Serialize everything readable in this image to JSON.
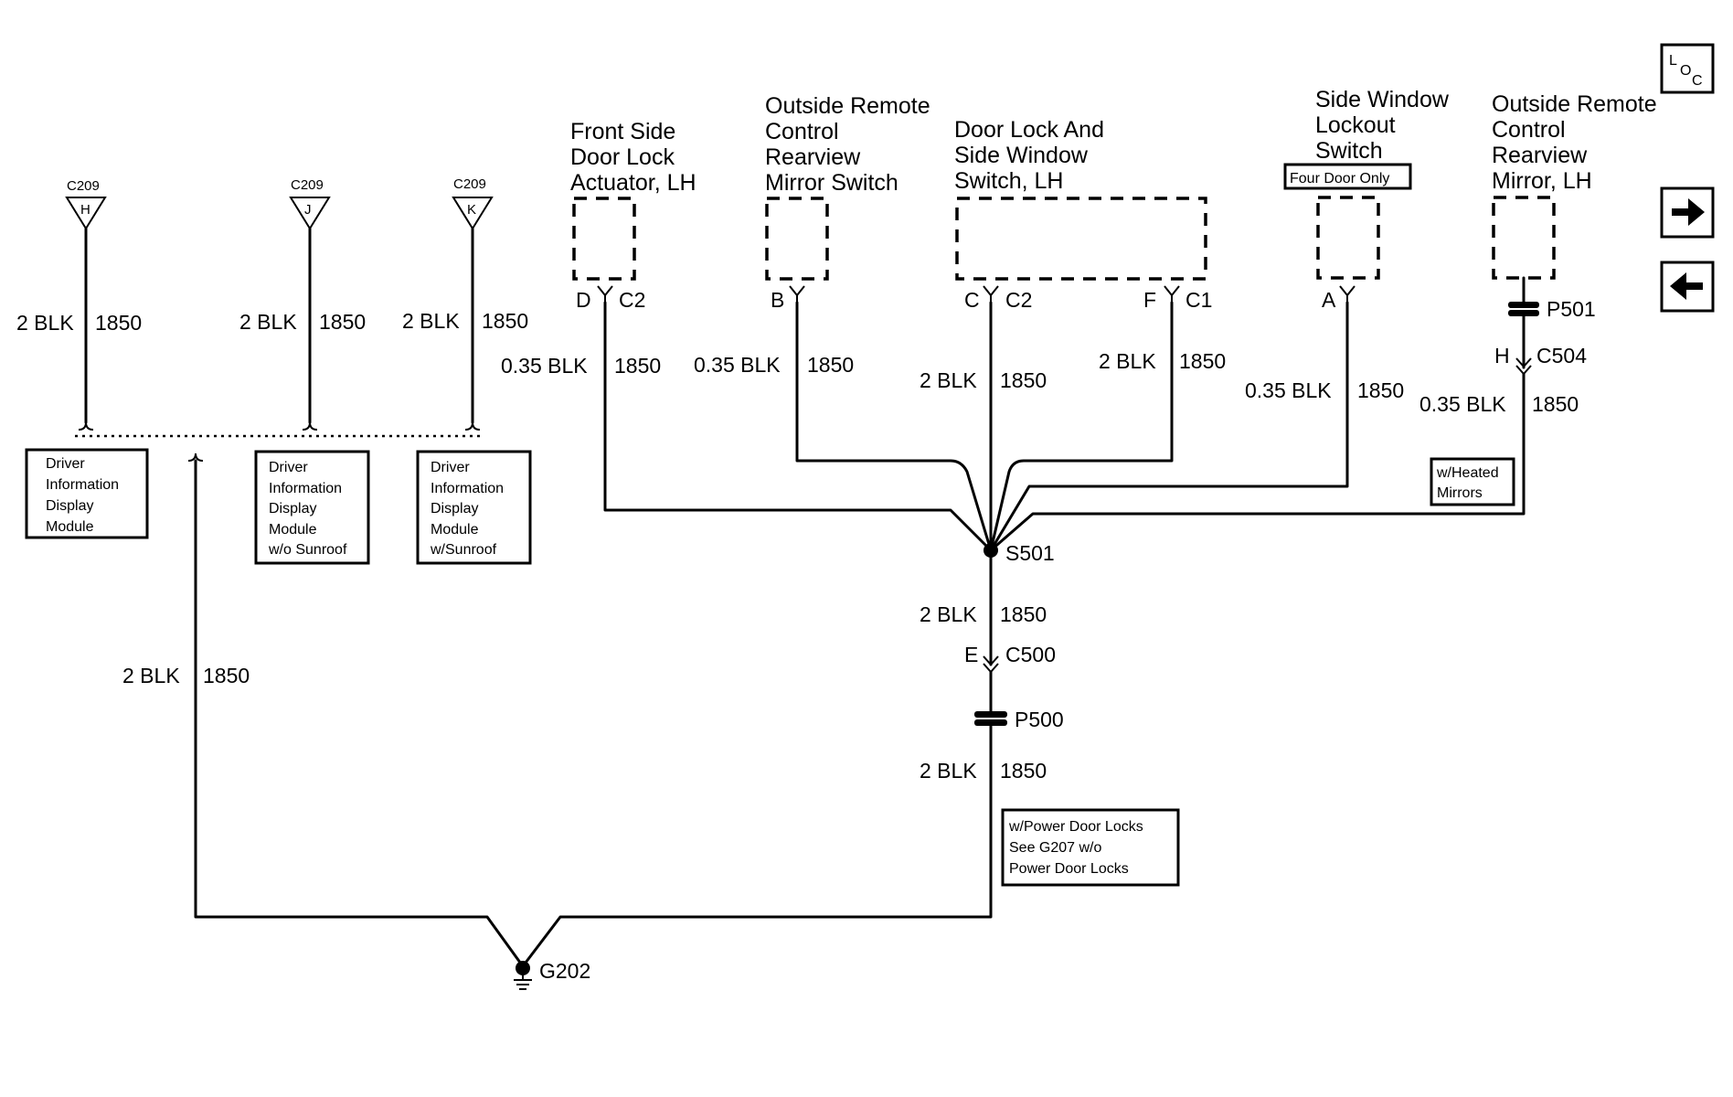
{
  "nav": {
    "loc_l": "L",
    "loc_o": "O",
    "loc_c": "C"
  },
  "connectors_top": [
    {
      "name": "C209",
      "pin": "H",
      "wire_gauge": "2 BLK",
      "circuit": "1850"
    },
    {
      "name": "C209",
      "pin": "J",
      "wire_gauge": "2 BLK",
      "circuit": "1850"
    },
    {
      "name": "C209",
      "pin": "K",
      "wire_gauge": "2 BLK",
      "circuit": "1850"
    }
  ],
  "modules": [
    {
      "lines": [
        "Driver",
        "Information",
        "Display",
        "Module"
      ]
    },
    {
      "lines": [
        "Driver",
        "Information",
        "Display",
        "Module",
        "w/o Sunroof"
      ]
    },
    {
      "lines": [
        "Driver",
        "Information",
        "Display",
        "Module",
        "w/Sunroof"
      ]
    }
  ],
  "components": [
    {
      "lines": [
        "Front Side",
        "Door Lock",
        "Actuator, LH"
      ],
      "pin": "D",
      "connector": "C2",
      "wire_gauge": "0.35 BLK",
      "circuit": "1850"
    },
    {
      "lines": [
        "Outside Remote",
        "Control",
        "Rearview",
        "Mirror Switch"
      ],
      "pin": "B",
      "wire_gauge": "0.35 BLK",
      "circuit": "1850"
    },
    {
      "lines": [
        "Door Lock And",
        "Side Window",
        "Switch, LH"
      ],
      "pin_left": "C",
      "connector_left": "C2",
      "wire_gauge_left": "2 BLK",
      "circuit_left": "1850",
      "pin_right": "F",
      "connector_right": "C1",
      "wire_gauge_right": "2 BLK",
      "circuit_right": "1850"
    },
    {
      "lines": [
        "Side Window",
        "Lockout",
        "Switch"
      ],
      "option": "Four Door Only",
      "pin": "A",
      "wire_gauge": "0.35 BLK",
      "circuit": "1850"
    },
    {
      "lines": [
        "Outside Remote",
        "Control",
        "Rearview",
        "Mirror, LH"
      ],
      "splice_pack": "P501",
      "pin": "H",
      "connector": "C504",
      "wire_gauge": "0.35 BLK",
      "circuit": "1850",
      "option_lines": [
        "w/Heated",
        "Mirrors"
      ]
    }
  ],
  "splice": "S501",
  "trunk": {
    "upper": {
      "wire_gauge": "2 BLK",
      "circuit": "1850"
    },
    "pin": "E",
    "connector": "C500",
    "splice_pack": "P500",
    "lower": {
      "wire_gauge": "2 BLK",
      "circuit": "1850"
    },
    "note_lines": [
      "w/Power Door Locks",
      "See G207 w/o",
      "Power Door Locks"
    ]
  },
  "left_wire": {
    "wire_gauge": "2 BLK",
    "circuit": "1850"
  },
  "ground": "G202"
}
